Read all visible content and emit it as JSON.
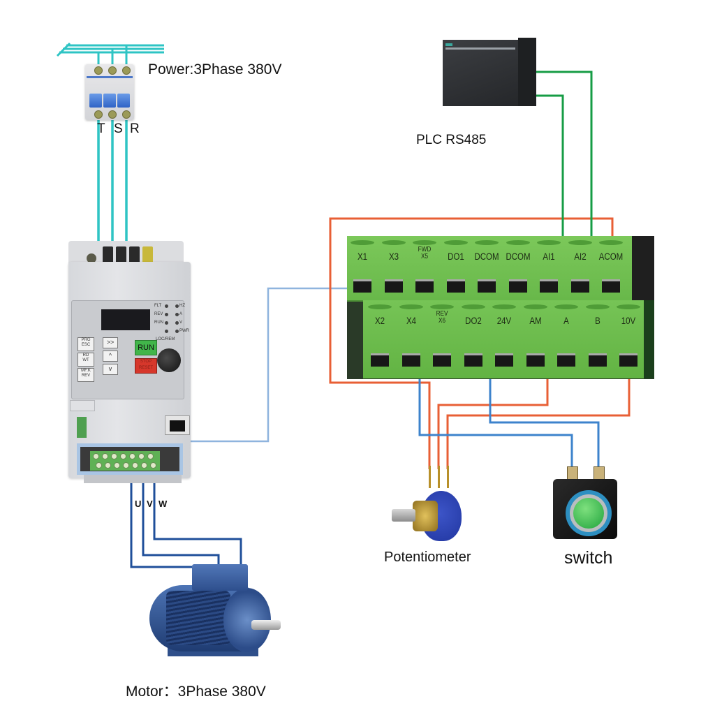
{
  "diagram": {
    "title": "VFD wiring diagram",
    "labels": {
      "power": "Power:3Phase 380V",
      "plc": "PLC RS485",
      "motor": "Motor：3Phase 380V",
      "potentiometer": "Potentiometer",
      "switch": "switch"
    },
    "input_phases": [
      "T",
      "S",
      "R"
    ],
    "output_phases": [
      "U",
      "V",
      "W"
    ],
    "wire_colors": {
      "power": "#2ec4c4",
      "motor": "#1f4f9a",
      "control_frame": "#8fb4de",
      "signal_blue": "#3d83cc",
      "signal_orange": "#e85f35",
      "rs485_green": "#169c45"
    }
  },
  "inverter": {
    "led_labels_left": [
      "FLT",
      "REV",
      "RUN"
    ],
    "led_labels_right": [
      "HZ",
      "A",
      "V",
      "PWR"
    ],
    "keys": [
      {
        "top": "PRG",
        "bottom": "ESC"
      },
      {
        "top": "RD",
        "bottom": "WT"
      },
      {
        "top": "MF.K",
        "bottom": "REV"
      }
    ],
    "arrow_keys": [
      ">>",
      "^",
      "v"
    ],
    "run_label": "RUN",
    "stop_label_top": "STOP",
    "stop_label_bottom": "RESET",
    "knob_label": "LOC/REM"
  },
  "terminals": {
    "row1": [
      "X1",
      "X3",
      "FWD X5",
      "DO1",
      "DCOM",
      "DCOM",
      "AI1",
      "AI2",
      "ACOM"
    ],
    "row2": [
      "X2",
      "X4",
      "REV X6",
      "DO2",
      "24V",
      "AM",
      "A",
      "B",
      "10V"
    ]
  },
  "connections": [
    {
      "from": "FWD X5",
      "to": "switch",
      "color": "blue"
    },
    {
      "from": "DCOM",
      "to": "switch",
      "color": "blue"
    },
    {
      "from": "ACOM",
      "to": "potentiometer",
      "color": "orange"
    },
    {
      "from": "AI1",
      "to": "potentiometer",
      "color": "orange"
    },
    {
      "from": "10V",
      "to": "potentiometer",
      "color": "orange"
    },
    {
      "from": "A",
      "to": "PLC RS485",
      "color": "green"
    },
    {
      "from": "B",
      "to": "PLC RS485",
      "color": "green"
    }
  ]
}
